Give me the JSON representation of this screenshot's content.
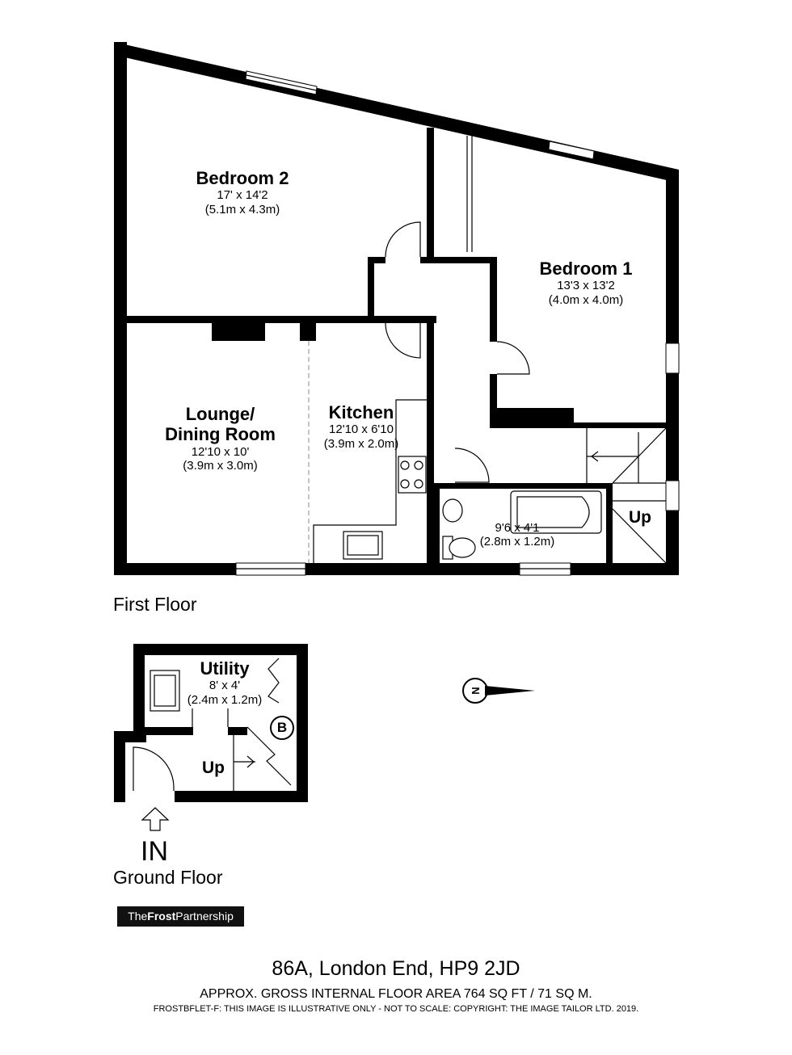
{
  "rooms": {
    "bedroom2": {
      "name": "Bedroom 2",
      "imperial": "17' x 14'2",
      "metric": "(5.1m x 4.3m)"
    },
    "bedroom1": {
      "name": "Bedroom 1",
      "imperial": "13'3 x 13'2",
      "metric": "(4.0m x 4.0m)"
    },
    "lounge": {
      "name_line1": "Lounge/",
      "name_line2": "Dining Room",
      "imperial": "12'10 x 10'",
      "metric": "(3.9m x 3.0m)"
    },
    "kitchen": {
      "name": "Kitchen",
      "imperial": "12'10 x 6'10",
      "metric": "(3.9m x 2.0m)"
    },
    "bathroom": {
      "imperial": "9'6 x 4'1",
      "metric": "(2.8m x 1.2m)"
    },
    "utility": {
      "name": "Utility",
      "imperial": "8' x 4'",
      "metric": "(2.4m x 1.2m)"
    }
  },
  "labels": {
    "first_floor": "First Floor",
    "ground_floor": "Ground Floor",
    "stairs_up_first": "Up",
    "stairs_up_ground": "Up",
    "entrance": "IN",
    "boiler": "B",
    "compass": "N"
  },
  "logo": {
    "part1": "The",
    "part2": "Frost",
    "part3": "Partnership"
  },
  "footer": {
    "address": "86A, London End, HP9 2JD",
    "area": "APPROX. GROSS INTERNAL FLOOR AREA 764 SQ FT / 71 SQ M.",
    "copyright": "FROSTBFLET-F: THIS IMAGE IS ILLUSTRATIVE ONLY - NOT TO SCALE: COPYRIGHT: THE IMAGE TAILOR LTD. 2019."
  }
}
